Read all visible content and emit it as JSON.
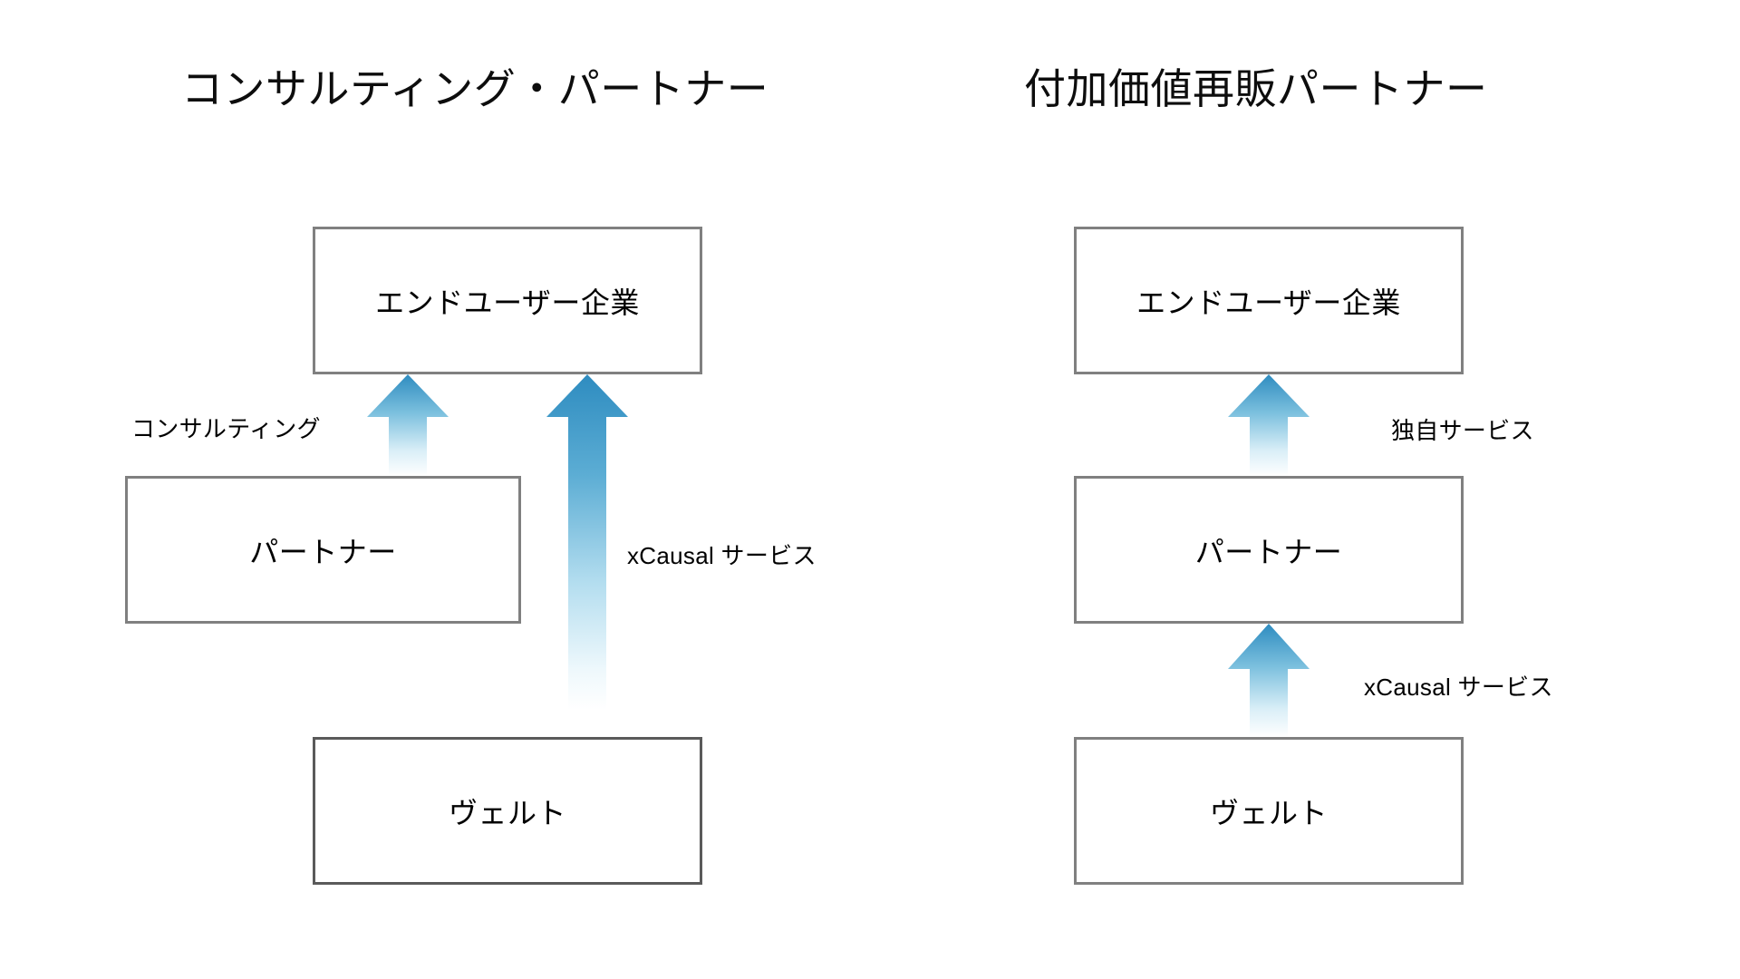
{
  "slide": {
    "background_color": "#ffffff",
    "columns": [
      {
        "id": "consulting-partner",
        "title": "コンサルティング・パートナー",
        "boxes": [
          {
            "id": "end-user",
            "label": "エンドユーザー企業",
            "border_color": "#808080"
          },
          {
            "id": "partner",
            "label": "パートナー",
            "border_color": "#808080"
          },
          {
            "id": "velt",
            "label": "ヴェルト",
            "border_color": "#5a5a5a"
          }
        ],
        "arrows": [
          {
            "id": "consulting",
            "label": "コンサルティング",
            "from": "partner",
            "to": "end-user",
            "direction": "up"
          },
          {
            "id": "xcausal",
            "label": "xCausal サービス",
            "from": "velt",
            "to": "end-user",
            "direction": "up"
          }
        ]
      },
      {
        "id": "value-added-reseller-partner",
        "title": "付加価値再販パートナー",
        "boxes": [
          {
            "id": "end-user",
            "label": "エンドユーザー企業",
            "border_color": "#808080"
          },
          {
            "id": "partner",
            "label": "パートナー",
            "border_color": "#808080"
          },
          {
            "id": "velt",
            "label": "ヴェルト",
            "border_color": "#808080"
          }
        ],
        "arrows": [
          {
            "id": "own-service",
            "label": "独自サービス",
            "from": "partner",
            "to": "end-user",
            "direction": "up"
          },
          {
            "id": "xcausal",
            "label": "xCausal サービス",
            "from": "velt",
            "to": "partner",
            "direction": "up"
          }
        ]
      }
    ],
    "colors": {
      "arrow_top": "#2e8cc0",
      "arrow_bottom": "#ffffff",
      "box_border": "#808080",
      "box_border_dark": "#5a5a5a",
      "text": "#000000"
    }
  }
}
